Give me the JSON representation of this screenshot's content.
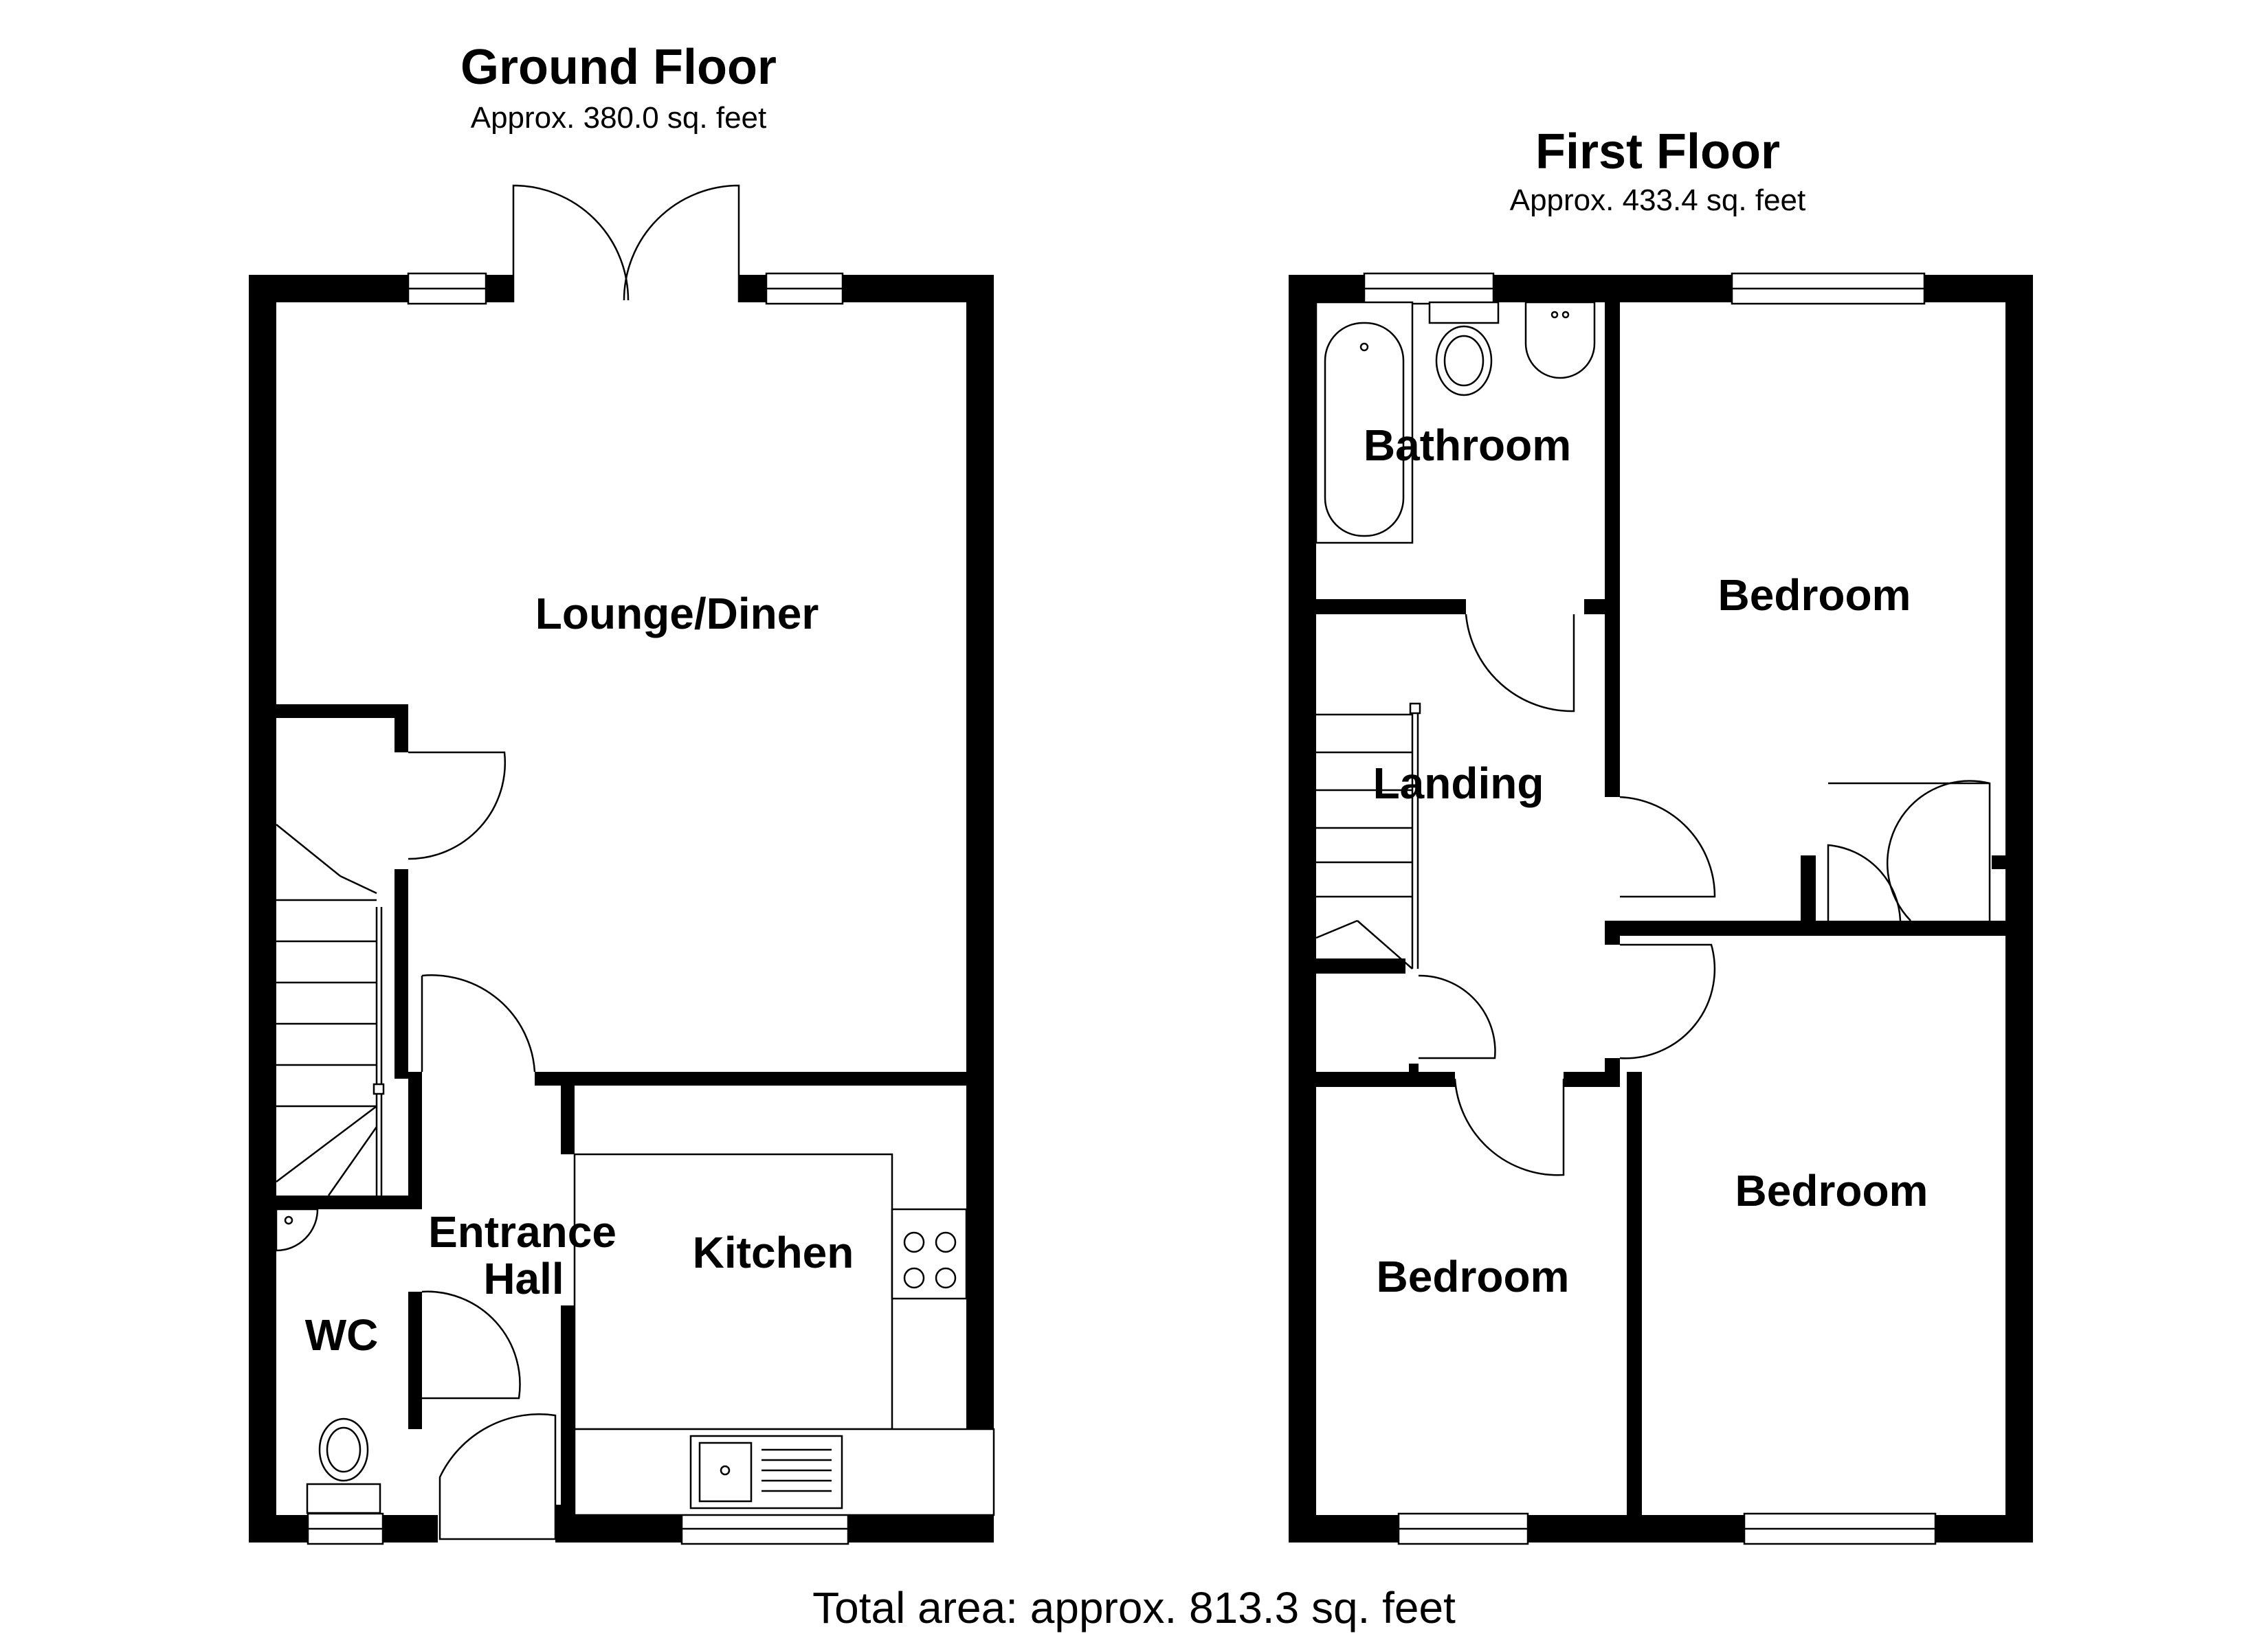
{
  "ground_floor": {
    "title": "Ground Floor",
    "area": "Approx. 380.0 sq. feet",
    "rooms": {
      "lounge": "Lounge/Diner",
      "entrance_1": "Entrance",
      "entrance_2": "Hall",
      "kitchen": "Kitchen",
      "wc": "WC"
    }
  },
  "first_floor": {
    "title": "First Floor",
    "area": "Approx. 433.4 sq. feet",
    "rooms": {
      "bathroom": "Bathroom",
      "bedroom_1": "Bedroom",
      "landing": "Landing",
      "bedroom_2": "Bedroom",
      "bedroom_3": "Bedroom"
    }
  },
  "total_area": "Total area: approx. 813.3 sq. feet"
}
